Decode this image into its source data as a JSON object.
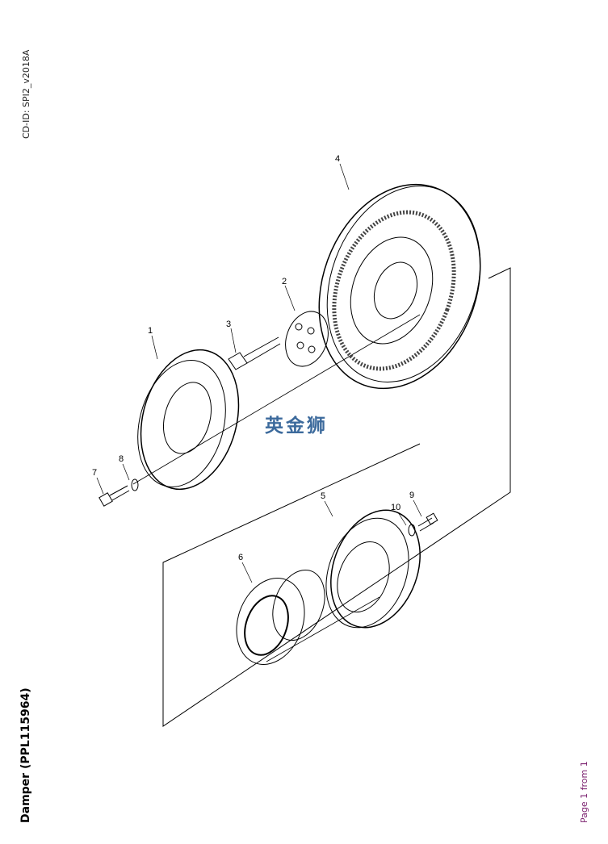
{
  "header": {
    "cd_id": "CD-ID: SPI2_v2018A"
  },
  "title": "Damper (PPL115964)",
  "footer": {
    "page": "Page 1 from 1"
  },
  "watermark": "英金狮",
  "callouts": [
    "1",
    "2",
    "3",
    "4",
    "5",
    "6",
    "7",
    "8",
    "9",
    "10"
  ],
  "colors": {
    "watermark": "#3c6a9c",
    "page_text": "#7a1f6e"
  }
}
